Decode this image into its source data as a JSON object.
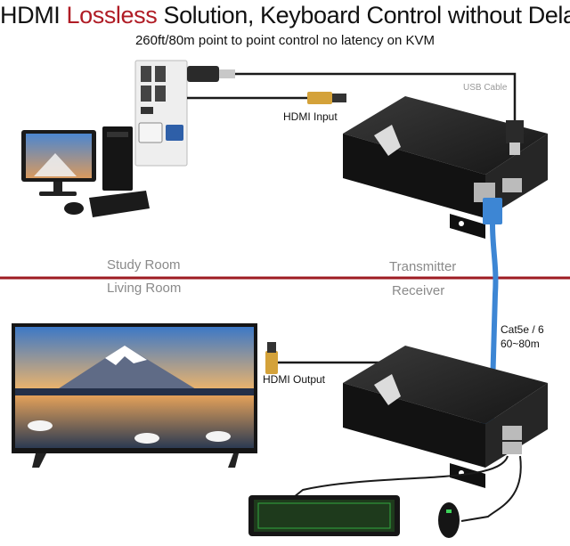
{
  "header": {
    "title_pre": "HDMI ",
    "title_accent": "Lossless",
    "title_post": " Solution, Keyboard Control without Delay",
    "subtitle": "260ft/80m point to point control no latency on KVM"
  },
  "labels": {
    "usb_cable": "USB Cable",
    "hdmi_input": "HDMI Input",
    "hdmi_output": "HDMI Output",
    "cable_type": "Cat5e / 6",
    "cable_range": "60~80m"
  },
  "rooms": {
    "top_left": "Study Room",
    "top_right": "Transmitter",
    "bottom_left": "Living Room",
    "bottom_right": "Receiver"
  },
  "colors": {
    "accent": "#b01c25",
    "divider": "#9e1b22",
    "cat_cable": "#3d86d4",
    "device_body": "#1c1c1c"
  },
  "icons": [
    "pc-tower-icon",
    "monitor-icon",
    "keyboard-icon",
    "mouse-icon",
    "tv-icon",
    "hdmi-plug-icon",
    "usb-plug-icon",
    "rj45-plug-icon",
    "kvm-extender-icon"
  ]
}
